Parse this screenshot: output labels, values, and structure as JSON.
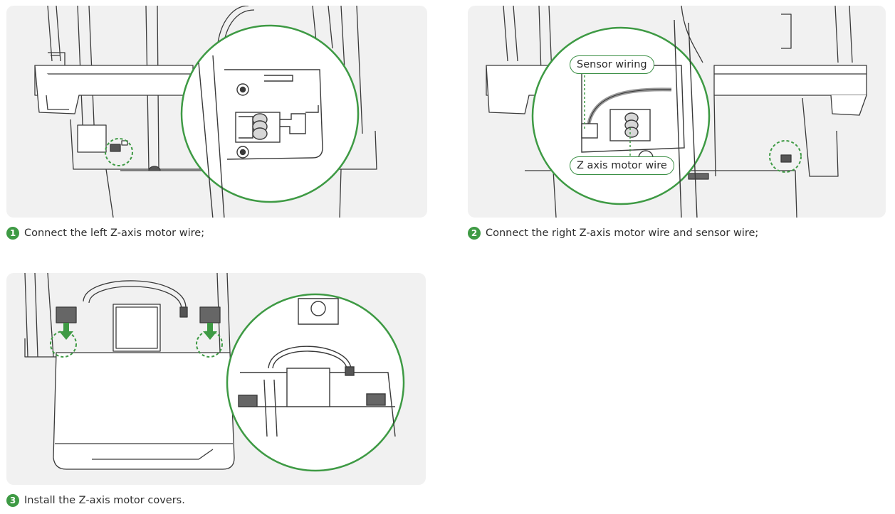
{
  "steps": [
    {
      "number": "1",
      "text": "Connect the left Z-axis motor wire;"
    },
    {
      "number": "2",
      "text": "Connect the right Z-axis motor wire and sensor wire;"
    },
    {
      "number": "3",
      "text": "Install the Z-axis motor covers."
    }
  ],
  "callouts": {
    "sensor_wiring": "Sensor wiring",
    "z_motor_wire": "Z axis motor wire"
  },
  "colors": {
    "accent": "#3e9a44",
    "panel_background": "#f1f1f1",
    "line_art": "#3a3a3a"
  },
  "icons": {
    "step_badge": "green-circle-number"
  }
}
